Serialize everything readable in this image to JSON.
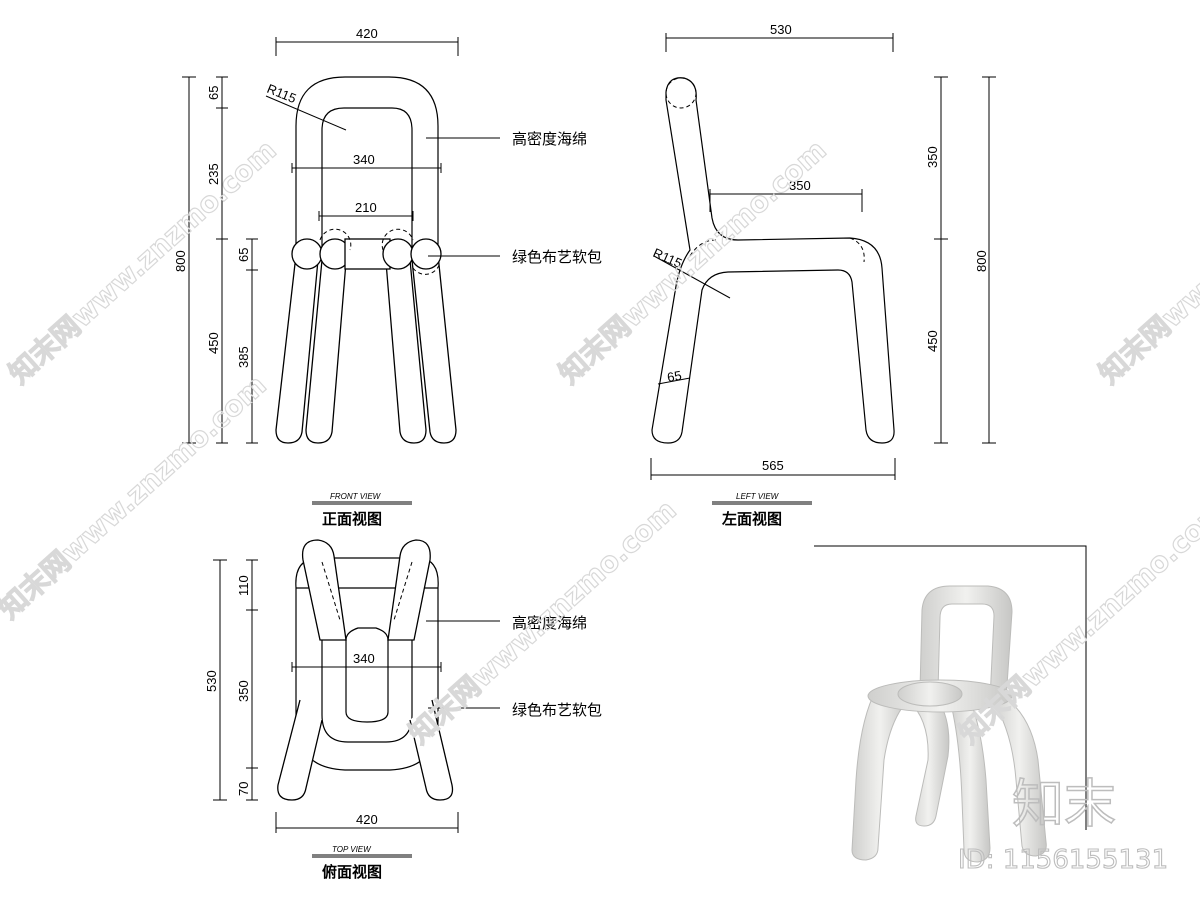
{
  "views": {
    "front": {
      "title_en": "FRONT VIEW",
      "title_cn": "正面视图"
    },
    "left": {
      "title_en": "LEFT VIEW",
      "title_cn": "左面视图"
    },
    "top": {
      "title_en": "TOP VIEW",
      "title_cn": "俯面视图"
    }
  },
  "front_dims": {
    "top_width": "420",
    "seat_width": "340",
    "inner_width": "210",
    "total_height": "800",
    "seg_65_top": "65",
    "seg_235": "235",
    "seg_65_mid": "65",
    "seg_450": "450",
    "seg_385": "385",
    "radius": "R115"
  },
  "left_dims": {
    "top_depth": "530",
    "seat_depth": "350",
    "bottom_depth": "565",
    "back_height": "350",
    "total_height": "800",
    "seat_height": "450",
    "radius": "R115",
    "tube": "65"
  },
  "top_dims": {
    "seat_width": "340",
    "bottom_width": "420",
    "total_depth": "530",
    "seg_110": "110",
    "seg_350": "350",
    "seg_70": "70"
  },
  "labels": {
    "foam": "高密度海绵",
    "fabric": "绿色布艺软包"
  },
  "watermark": {
    "text": "知末网www.znzmo.com",
    "brand": "知末",
    "id": "ID: 1156155131"
  }
}
